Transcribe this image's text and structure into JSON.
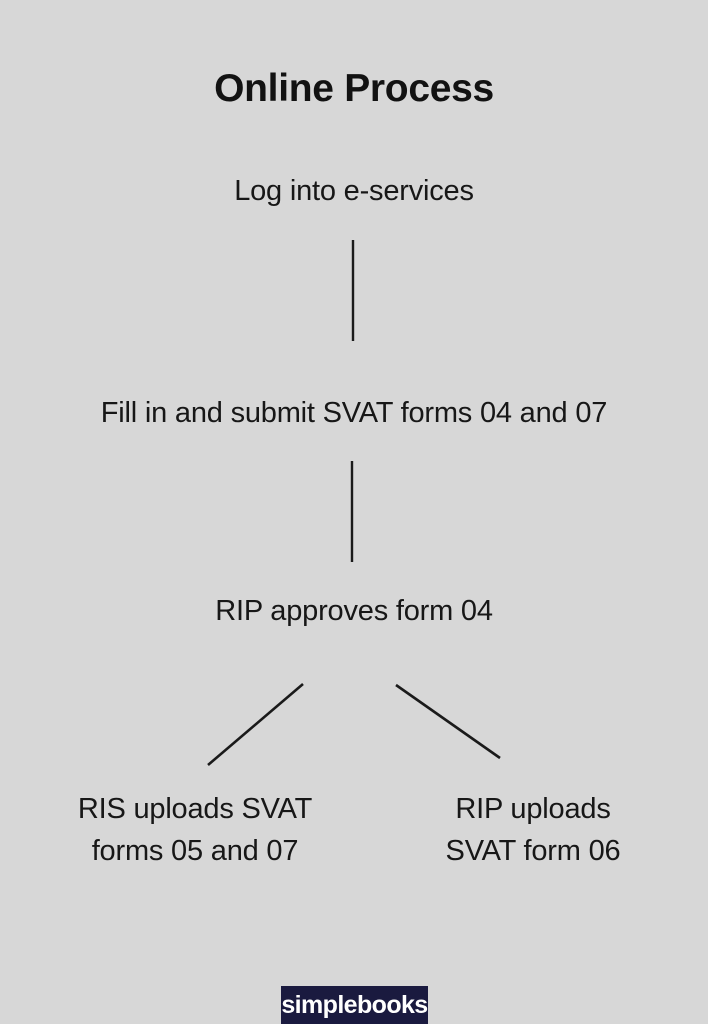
{
  "colors": {
    "background": "#d7d7d7",
    "text": "#171717",
    "title_text": "#121212",
    "line": "#1a1a1a",
    "logo_background": "#1a1a3f",
    "logo_text": "#ffffff"
  },
  "diagram": {
    "title": "Online Process",
    "type": "flowchart",
    "nodes": [
      {
        "id": "step1",
        "label": "Log into e-services"
      },
      {
        "id": "step2",
        "label": "Fill in and submit SVAT forms 04 and 07"
      },
      {
        "id": "step3",
        "label": "RIP approves form 04"
      },
      {
        "id": "branch_left",
        "line1": "RIS uploads SVAT",
        "line2": "forms 05 and 07"
      },
      {
        "id": "branch_right",
        "line1": "RIP uploads",
        "line2": "SVAT form 06"
      }
    ],
    "connectors": [
      {
        "id": "c1",
        "from": "step1",
        "to": "step2",
        "shape": "vertical"
      },
      {
        "id": "c2",
        "from": "step2",
        "to": "step3",
        "shape": "vertical"
      },
      {
        "id": "c3",
        "from": "step3",
        "to": "branch_left",
        "shape": "diagonal"
      },
      {
        "id": "c4",
        "from": "step3",
        "to": "branch_right",
        "shape": "diagonal"
      }
    ]
  },
  "footer": {
    "logo_label": "simplebooks"
  }
}
